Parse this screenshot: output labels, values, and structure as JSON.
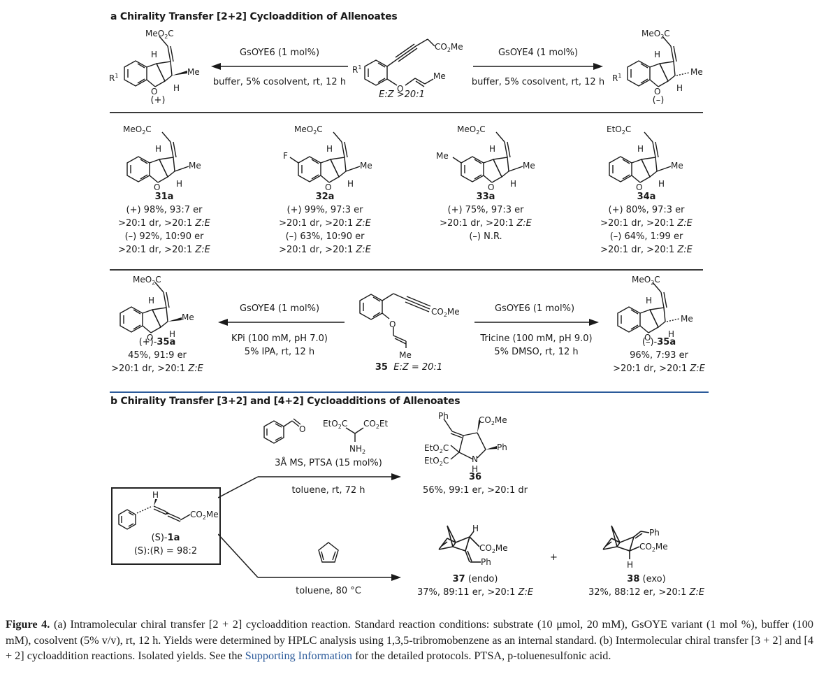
{
  "figure": {
    "section_a": {
      "title": "a Chirality Transfer [2+2] Cycloaddition of Allenoates",
      "top_scheme": {
        "substrate": {
          "label": "E:Z >20:1",
          "groups": [
            "R1",
            "CO2Me",
            "Me",
            "O"
          ]
        },
        "left_arrow": {
          "reagent": "GsOYE6 (1 mol%)",
          "conditions": "buffer, 5% cosolvent, rt, 12 h"
        },
        "right_arrow": {
          "reagent": "GsOYE4 (1 mol%)",
          "conditions": "buffer, 5% cosolvent, rt, 12 h"
        },
        "left_product": {
          "sign": "(+)"
        },
        "right_product": {
          "sign": "(–)"
        }
      },
      "products": [
        {
          "id": "31a",
          "ester": "MeO2C",
          "substituent": "",
          "lines": [
            "(+) 98%, 93:7 er",
            ">20:1 dr, >20:1 Z:E",
            "(–) 92%, 10:90 er",
            ">20:1 dr, >20:1 Z:E"
          ]
        },
        {
          "id": "32a",
          "ester": "MeO2C",
          "substituent": "F",
          "lines": [
            "(+) 99%, 97:3 er",
            ">20:1 dr, >20:1 Z:E",
            "(–) 63%, 10:90 er",
            ">20:1 dr, >20:1 Z:E"
          ]
        },
        {
          "id": "33a",
          "ester": "MeO2C",
          "substituent": "Me",
          "lines": [
            "(+) 75%, 97:3 er",
            ">20:1 dr, >20:1 Z:E",
            "(–) N.R."
          ]
        },
        {
          "id": "34a",
          "ester": "EtO2C",
          "substituent": "",
          "lines": [
            "(+) 80%, 97:3 er",
            ">20:1 dr, >20:1 Z:E",
            "(–) 64%, 1:99 er",
            ">20:1 dr, >20:1 Z:E"
          ]
        }
      ],
      "scheme_35": {
        "substrate_label_bold": "35",
        "substrate_label": "E:Z = 20:1",
        "left_arrow": {
          "reagent": "GsOYE4 (1 mol%)",
          "conditions_1": "KPi (100 mM, pH 7.0)",
          "conditions_2": "5% IPA, rt, 12 h"
        },
        "right_arrow": {
          "reagent": "GsOYE6 (1 mol%)",
          "conditions_1": "Tricine (100 mM, pH 9.0)",
          "conditions_2": "5% DMSO, rt, 12 h"
        },
        "left_product": {
          "prefix": "(+)-",
          "id": "35a",
          "line1": "45%, 91:9 er",
          "line2": ">20:1 dr, >20:1 Z:E"
        },
        "right_product": {
          "prefix": "(–)-",
          "id": "35a",
          "line1": "96%, 7:93 er",
          "line2": ">20:1 dr, >20:1 Z:E"
        }
      }
    },
    "section_b": {
      "title": "b Chirality Transfer [3+2] and [4+2] Cycloadditions of Allenoates",
      "start": {
        "prefix": "(S)-",
        "id": "1a",
        "ratio": "(S):(R) = 98:2"
      },
      "upper_arrow": {
        "reagents_text": "3Å MS, PTSA (15 mol%)",
        "conditions": "toluene, rt, 72 h"
      },
      "lower_arrow": {
        "conditions": "toluene, 80 °C"
      },
      "product_36": {
        "id": "36",
        "result": "56%, 99:1 er, >20:1 dr"
      },
      "product_37": {
        "id": "37",
        "tag": "(endo)",
        "result": "37%, 89:11 er, >20:1 Z:E"
      },
      "plus": "+",
      "product_38": {
        "id": "38",
        "tag": "(exo)",
        "result": "32%, 88:12 er, >20:1 Z:E"
      }
    },
    "caption": {
      "label": "Figure 4.",
      "text_1": " (a) Intramolecular chiral transfer [2 + 2] cycloaddition reaction. Standard reaction conditions: substrate (10 μmol, 20 mM), GsOYE variant (1 mol %), buffer (100 mM), cosolvent (5% v/v), rt, 12 h. Yields were determined by HPLC analysis using 1,3,5-tribromobenzene as an internal standard. (b) Intermolecular chiral transfer [3 + 2] and [4 + 2] cycloaddition reactions. Isolated yields. See the ",
      "link": "Supporting Information",
      "text_2": " for the detailed protocols. PTSA, p-toluenesulfonic acid.",
      "link_color": "#2b5a9a"
    }
  }
}
